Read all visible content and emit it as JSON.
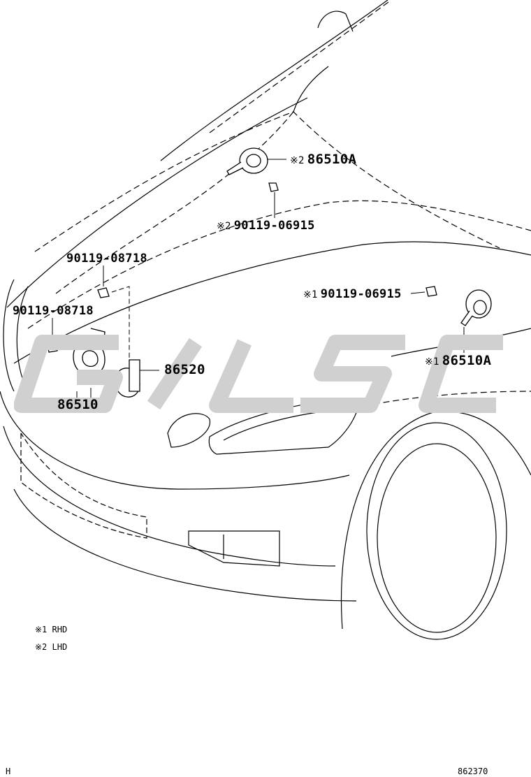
{
  "labels": {
    "horn_lhd": {
      "mark": "※2",
      "part": "86510A"
    },
    "bolt_lhd": {
      "mark": "※2",
      "part": "90119-06915"
    },
    "bolt_upper": {
      "part": "90119-08718"
    },
    "bolt_left": {
      "part": "90119-08718"
    },
    "bracket": {
      "part": "86520"
    },
    "horn_low": {
      "part": "86510"
    },
    "bolt_rhd": {
      "mark": "※1",
      "part": "90119-06915"
    },
    "horn_rhd": {
      "mark": "※1",
      "part": "86510A"
    }
  },
  "legend": [
    {
      "mark": "※1",
      "text": "RHD"
    },
    {
      "mark": "※2",
      "text": "LHD"
    }
  ],
  "footer": {
    "left_code": "H",
    "figure_number": "862370"
  },
  "colors": {
    "line": "#000000",
    "watermark": "#d0d0d0"
  }
}
